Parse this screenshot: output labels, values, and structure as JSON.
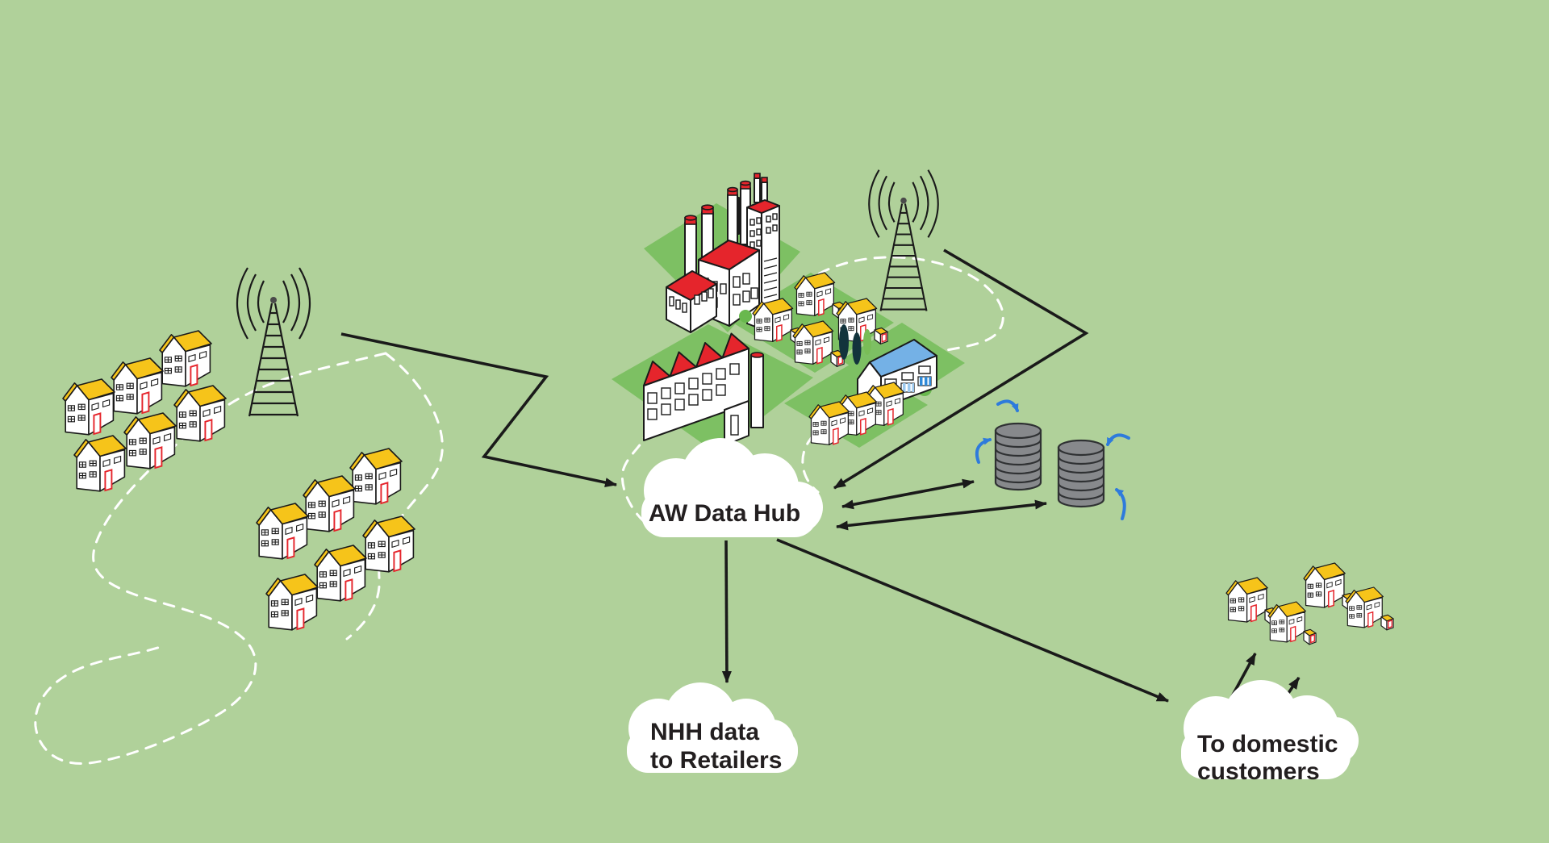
{
  "labels": {
    "hub": "AW Data Hub",
    "nhh_line1": "NHH data",
    "nhh_line2": "to Retailers",
    "domestic_line1": "To domestic",
    "domestic_line2": "customers"
  },
  "colors": {
    "background": "#b0d19a",
    "platform": "#7dc063",
    "roof_yellow": "#f6c41a",
    "accent_red": "#e5252c",
    "roof_blue": "#74b1e6",
    "awning_blue": "#2f8ad8",
    "wall_white": "#ffffff",
    "outline": "#1a1a1a",
    "arrow_black": "#1a1a1a",
    "blue_arrow": "#2e7bdc",
    "dash_white": "#ffffff",
    "db_gray": "#87898c",
    "db_dark": "#2f3133",
    "text_color": "#231f20",
    "tree_dark": "#12333c",
    "tree_light": "#79bd57",
    "bush": "#69b84e"
  },
  "icons": {
    "radio_mast": "lattice-tower-with-signal-arcs",
    "house": "isometric-house-yellow-roof",
    "power_station": "red-roof-building-with-chimneys",
    "factory": "sawtooth-roof-factory",
    "shop": "blue-roof-shop-with-awnings",
    "database": "stacked-gray-cylinders",
    "cloud": "white-cloud-blob",
    "sync_arrows": "curved-blue-arrows",
    "route": "white-dashed-meander"
  }
}
